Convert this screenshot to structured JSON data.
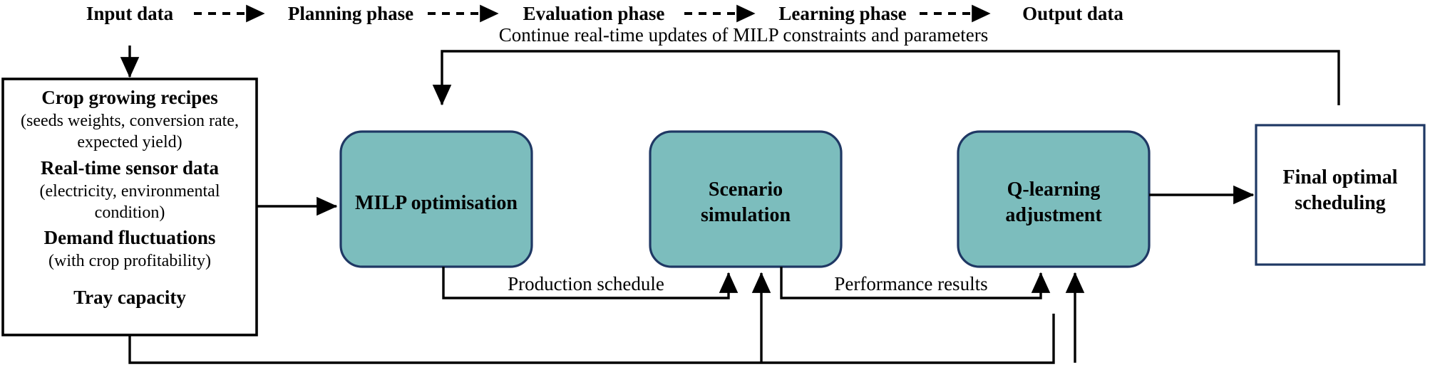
{
  "figure": {
    "title": "MILP + Q-learning vertical farm scheduling framework",
    "type": "flow-diagram",
    "accent_teal": "#7cbdbd",
    "accent_navy": "#1f3864",
    "line_color": "#000000",
    "background": "#ffffff"
  },
  "phases": [
    {
      "label": "Input data"
    },
    {
      "label": "Planning phase"
    },
    {
      "label": "Evaluation phase"
    },
    {
      "label": "Learning phase"
    },
    {
      "label": "Output data"
    }
  ],
  "phase_connectors": [
    {
      "name": "dashed-arrow-1"
    },
    {
      "name": "dashed-arrow-2"
    },
    {
      "name": "dashed-arrow-3"
    },
    {
      "name": "dashed-arrow-4"
    }
  ],
  "input_box": {
    "name": "input-data-box",
    "lines": [
      {
        "text": "Crop growing recipes",
        "style": "bold"
      },
      {
        "text": "(seeds weights, conversion rate,",
        "style": "normal"
      },
      {
        "text": "expected yield)",
        "style": "normal"
      },
      {
        "text": "Real-time sensor data",
        "style": "bold"
      },
      {
        "text": "(electricity, environmental",
        "style": "normal"
      },
      {
        "text": "condition)",
        "style": "normal"
      },
      {
        "text": "Demand fluctuations",
        "style": "bold"
      },
      {
        "text": "(with crop profitability)",
        "style": "normal"
      },
      {
        "text": "Tray capacity",
        "style": "bold"
      }
    ]
  },
  "process_nodes": [
    {
      "name": "milp-optimisation-node",
      "lines": [
        "MILP optimisation"
      ]
    },
    {
      "name": "scenario-simulation-node",
      "lines": [
        "Scenario",
        "simulation"
      ]
    },
    {
      "name": "q-learning-adjustment-node",
      "lines": [
        "Q-learning",
        "adjustment"
      ]
    }
  ],
  "output_node": {
    "name": "final-optimal-scheduling-node",
    "lines": [
      "Final optimal",
      "scheduling"
    ]
  },
  "edge_labels": [
    {
      "name": "feedback-top-label",
      "text": "Continue real-time updates of MILP constraints and parameters"
    },
    {
      "name": "production-schedule-label",
      "text": "Production schedule"
    },
    {
      "name": "performance-results-label",
      "text": "Performance results"
    }
  ]
}
